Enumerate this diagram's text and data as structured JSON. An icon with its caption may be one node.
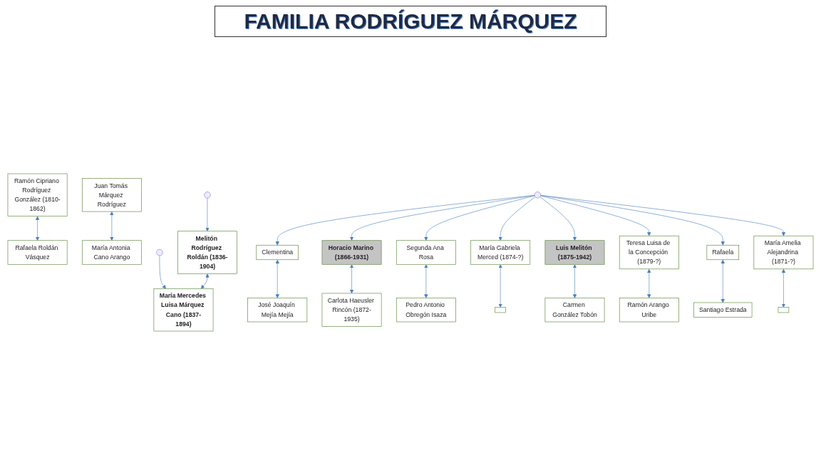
{
  "diagram": {
    "title": "FAMILIA RODRÍGUEZ MÁRQUEZ",
    "nodes": [
      {
        "text": [
          "Ramón Cipriano Rodríguez González (1810-1862)"
        ]
      },
      {
        "text": [
          "Rafaela Roldán Vásquez"
        ]
      },
      {
        "text": [
          "Juan Tomás Márquez Rodríguez"
        ]
      },
      {
        "text": [
          "María Antonia Cano Arango"
        ]
      },
      {
        "text": [
          "Melitón Rodríguez Roldán (1836-1904)"
        ]
      },
      {
        "text": [
          "María Mercedes Luisa Márquez Cano (1837-1894)"
        ]
      },
      {
        "text": [
          "Clementina"
        ]
      },
      {
        "text": [
          "Horacio Marino (1866-1931)"
        ]
      },
      {
        "text": [
          "Segunda Ana Rosa"
        ]
      },
      {
        "text": [
          "María Gabriela Merced (1874-?)"
        ]
      },
      {
        "text": [
          "Luis Melitón (1875-1942)"
        ]
      },
      {
        "text": [
          "Teresa Luisa de la Concepción (1879-?)"
        ]
      },
      {
        "text": [
          "Rafaela"
        ]
      },
      {
        "text": [
          "María Amelia Alejandrina (1871-?)"
        ]
      },
      {
        "text": [
          "José Joaquín Mejía Mejía"
        ]
      },
      {
        "text": [
          "Carlota Haeusler Rincón (1872-1935)"
        ]
      },
      {
        "text": [
          "Pedro Antonio Obregón Isaza"
        ]
      },
      {
        "text": [],
        "shape": "box"
      },
      {
        "text": [
          "Carmen González Tobón"
        ]
      },
      {
        "text": [
          "Ramón Arango Uribe"
        ]
      },
      {
        "text": [
          "Santiago Estrada"
        ]
      },
      {
        "text": [],
        "shape": "box"
      }
    ],
    "edges": [
      {
        "from": 0,
        "to": 1,
        "arrow": "both"
      },
      {
        "from": null,
        "to": 4,
        "arrow": "to"
      },
      {
        "from": 2,
        "to": 3,
        "arrow": "both"
      },
      {
        "from": null,
        "to": 5,
        "arrow": "to"
      },
      {
        "from": 4,
        "to": 5,
        "arrow": "both"
      },
      {
        "from": null,
        "to": 6,
        "arrow": "to"
      },
      {
        "from": null,
        "to": 7,
        "arrow": "to"
      },
      {
        "from": null,
        "to": 8,
        "arrow": "to"
      },
      {
        "from": null,
        "to": 9,
        "arrow": "to"
      },
      {
        "from": null,
        "to": 10,
        "arrow": "to"
      },
      {
        "from": null,
        "to": 11,
        "arrow": "to"
      },
      {
        "from": null,
        "to": 12,
        "arrow": "to"
      },
      {
        "from": null,
        "to": 13,
        "arrow": "to"
      },
      {
        "from": 6,
        "to": 14,
        "arrow": "both"
      },
      {
        "from": 7,
        "to": 15,
        "arrow": "both"
      },
      {
        "from": 8,
        "to": 16,
        "arrow": "both"
      },
      {
        "from": 9,
        "to": 17,
        "arrow": "both"
      },
      {
        "from": 10,
        "to": 18,
        "arrow": "both"
      },
      {
        "from": 11,
        "to": 19,
        "arrow": "both"
      },
      {
        "from": 12,
        "to": 20,
        "arrow": "both"
      },
      {
        "from": 13,
        "to": 21,
        "arrow": "both"
      }
    ]
  }
}
